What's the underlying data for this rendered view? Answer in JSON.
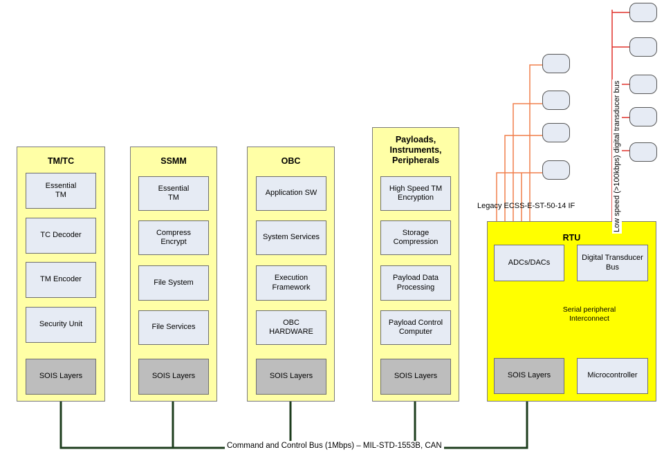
{
  "columns": [
    {
      "id": "tmtc",
      "title": "TM/TC",
      "items": [
        "Essential\nTM",
        "TC Decoder",
        "TM Encoder",
        "Security Unit"
      ],
      "sois": "SOIS Layers"
    },
    {
      "id": "ssmm",
      "title": "SSMM",
      "items": [
        "Essential\nTM",
        "Compress\nEncrypt",
        "File System",
        "File Services"
      ],
      "sois": "SOIS Layers"
    },
    {
      "id": "obc",
      "title": "OBC",
      "items": [
        "Application SW",
        "System Services",
        "Execution\nFramework",
        "OBC\nHARDWARE"
      ],
      "sois": "SOIS Layers"
    },
    {
      "id": "payloads",
      "title": "Payloads,\nInstruments,\nPeripherals",
      "items": [
        "High Speed TM\nEncryption",
        "Storage\nCompression",
        "Payload Data\nProcessing",
        "Payload Control\nComputer"
      ],
      "sois": "SOIS Layers"
    }
  ],
  "rtu": {
    "title": "RTU",
    "adc": "ADCs/DACs",
    "dtb": "Digital Transducer\nBus",
    "serial": "Serial peripheral\nInterconnect",
    "sois": "SOIS Layers",
    "micro": "Microcontroller"
  },
  "legacy_label": "Legacy ECSS-E-ST-50-14 IF",
  "low_speed_label": "Low speed (>100kbps) digital transducer bus",
  "bus_label": "Command and Control Bus (1Mbps) – MIL-STD-1553B, CAN",
  "colors": {
    "column_fill": "#ffffa6",
    "rtu_fill": "#ffff00",
    "box_fill": "#e6ebf4",
    "sois_fill": "#bdbdbd",
    "bus": "#1d3d1d",
    "wire": "#e0312a",
    "legacy_wire": "#f07f4a"
  }
}
